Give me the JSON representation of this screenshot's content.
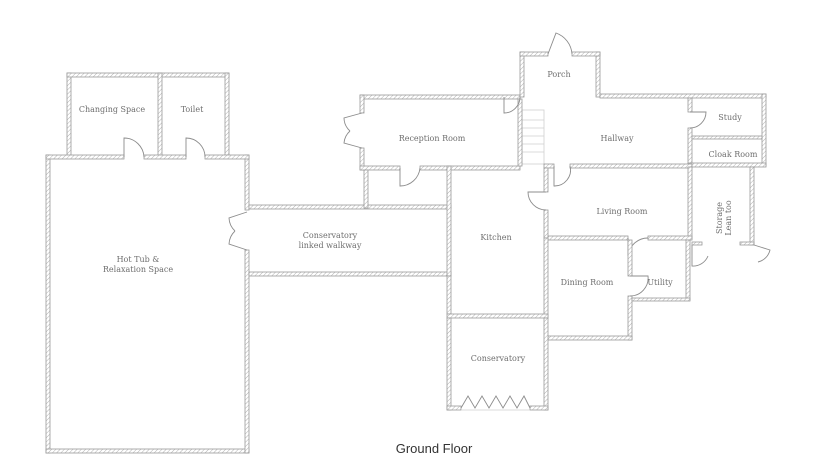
{
  "floor_plan": {
    "title": "Ground Floor",
    "rooms": {
      "changing_space": "Changing Space",
      "toilet": "Toilet",
      "hot_tub_line1": "Hot Tub &",
      "hot_tub_line2": "Relaxation Space",
      "walkway_line1": "Conservatory",
      "walkway_line2": "linked walkway",
      "reception_room": "Reception Room",
      "porch": "Porch",
      "hallway": "Hallway",
      "study": "Study",
      "cloak_room": "Cloak Room",
      "living_room": "Living Room",
      "storage_line1": "Storage",
      "storage_line2": "Lean too",
      "kitchen": "Kitchen",
      "dining_room": "Dining Room",
      "utility": "Utility",
      "conservatory": "Conservatory"
    },
    "colors": {
      "wall_outline": "#b9b9b9",
      "wall_hatch": "#9a9a9a",
      "label": "#6e6e6e",
      "title": "#333333"
    }
  }
}
